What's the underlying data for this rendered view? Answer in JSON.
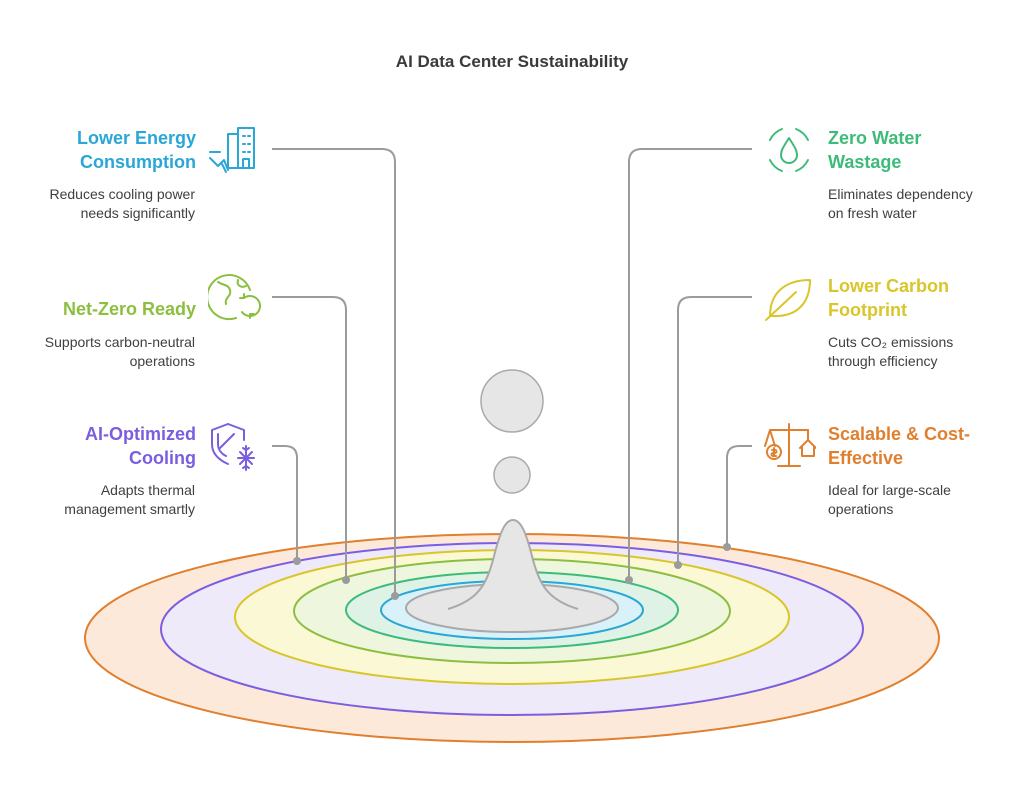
{
  "title": "AI Data Center Sustainability",
  "left_items": [
    {
      "heading_lines": [
        "Lower Energy",
        "Consumption"
      ],
      "description_lines": [
        "Reduces cooling power",
        "needs significantly"
      ],
      "color": "#2aa7d6",
      "icon": "energy-building-icon"
    },
    {
      "heading_lines": [
        "Net-Zero Ready"
      ],
      "description_lines": [
        "Supports carbon-neutral",
        "operations"
      ],
      "color": "#8cbf3f",
      "icon": "globe-recycle-icon"
    },
    {
      "heading_lines": [
        "AI-Optimized",
        "Cooling"
      ],
      "description_lines": [
        "Adapts thermal",
        "management smartly"
      ],
      "color": "#7b5ee0",
      "icon": "shield-snowflake-icon"
    }
  ],
  "right_items": [
    {
      "heading_lines": [
        "Zero Water",
        "Wastage"
      ],
      "description_lines": [
        "Eliminates dependency",
        "on fresh water"
      ],
      "color": "#3dbb7a",
      "icon": "water-drop-icon"
    },
    {
      "heading_lines": [
        "Lower Carbon",
        "Footprint"
      ],
      "description_lines": [
        "Cuts CO₂ emissions",
        "through efficiency"
      ],
      "color": "#d8c62a",
      "icon": "leaf-icon"
    },
    {
      "heading_lines": [
        "Scalable & Cost-",
        "Effective"
      ],
      "description_lines": [
        "Ideal for large-scale",
        "operations"
      ],
      "color": "#e07f2e",
      "icon": "balance-scale-icon"
    }
  ],
  "ripple_colors": {
    "outer": "#e07f2e",
    "outer_fill": "#fde9da",
    "purple": "#7b5ee0",
    "purple_fill": "#eeeaf9",
    "yellow": "#d8c62a",
    "yellow_fill": "#fbf8d6",
    "lime": "#8cbf3f",
    "lime_fill": "#eef6dd",
    "green": "#3dbb7a",
    "green_fill": "#def3e6",
    "blue": "#2aa7d6",
    "blue_fill": "#d9f1f8",
    "drop": "#e6e6e6",
    "drop_stroke": "#a9a9a9",
    "connector": "#9b9b9b"
  }
}
